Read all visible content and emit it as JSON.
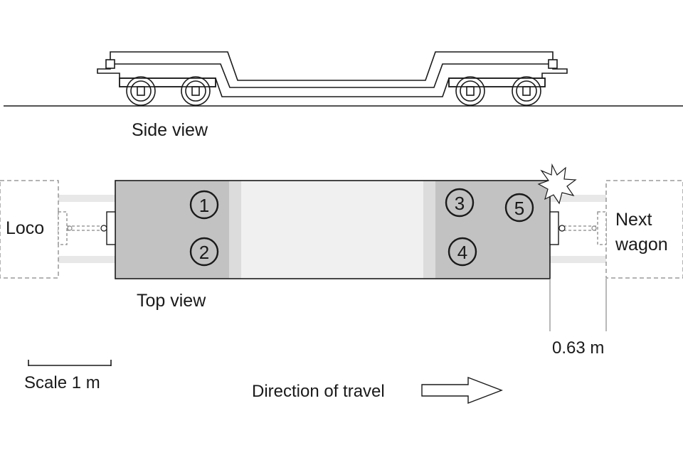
{
  "labels": {
    "side_view": "Side view",
    "top_view": "Top view",
    "loco": "Loco",
    "next_wagon_line1": "Next",
    "next_wagon_line2": "wagon",
    "gap": "0.63 m",
    "scale": "Scale 1 m",
    "direction": "Direction of travel"
  },
  "positions": [
    "1",
    "2",
    "3",
    "4",
    "5"
  ],
  "colors": {
    "line": "#1a1a1a",
    "loaded_area": "#c2c2c2",
    "empty_area": "#f0f0f0",
    "transition_area": "#dcdcdc",
    "rail": "#e8e8e8",
    "dashed": "#888888"
  }
}
